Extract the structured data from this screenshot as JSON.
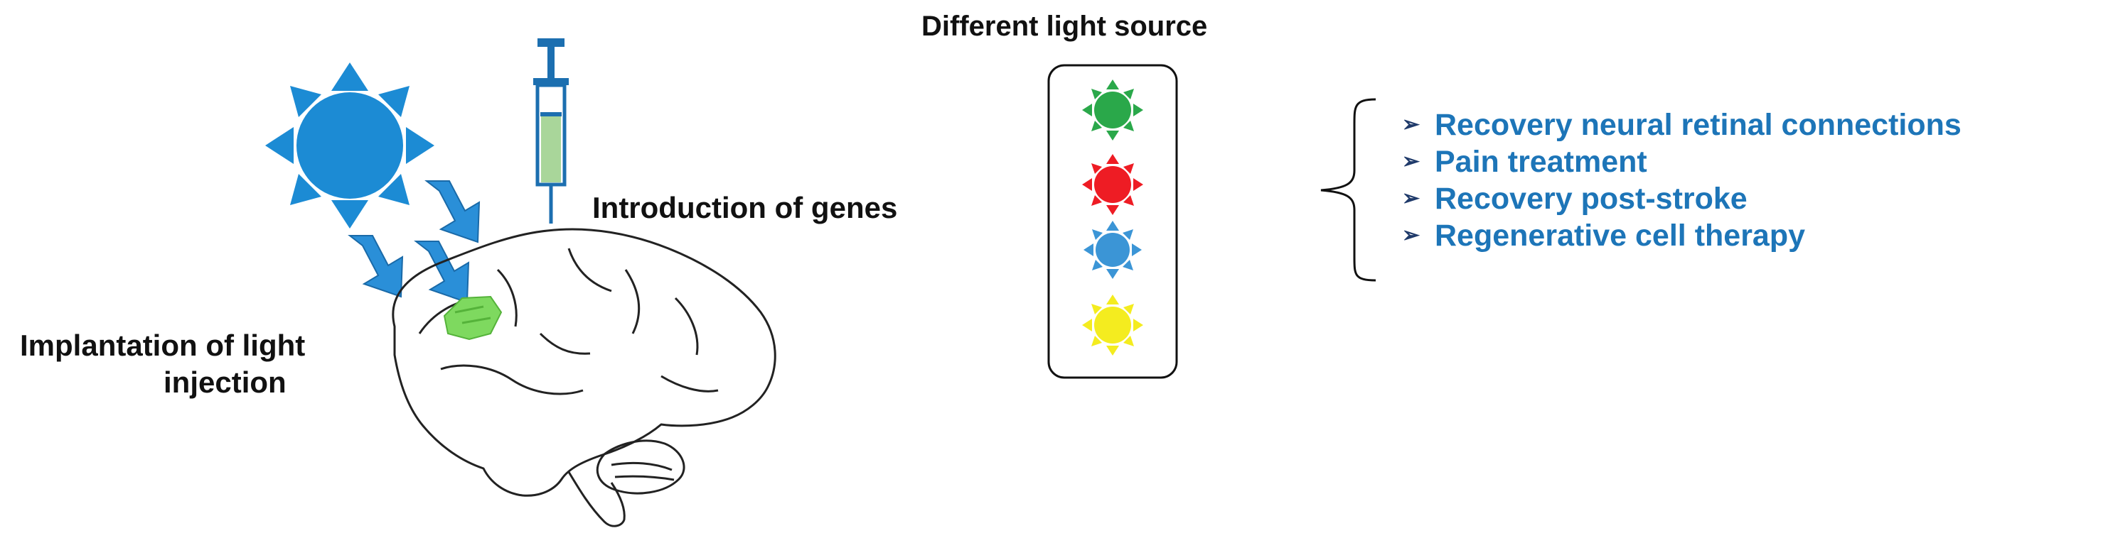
{
  "labels": {
    "light_source_title": "Different light source",
    "genes": "Introduction of genes",
    "implant_line1": "Implantation of light",
    "implant_line2": "injection"
  },
  "applications": [
    "Recovery neural retinal connections",
    "Pain treatment",
    "Recovery post-stroke",
    "Regenerative cell therapy"
  ],
  "colors": {
    "sun_blue": "#1c8bd4",
    "arrow_blue": "#2a8fd8",
    "application_text": "#1d75b8",
    "syringe_cap": "#1c6fb0",
    "syringe_fluid": "#a9d69a",
    "implant_green": "#7ed95f",
    "light_green": "#2aa84a",
    "light_red": "#ee1c24",
    "light_blue": "#3b95d6",
    "light_yellow": "#f4ec1f"
  },
  "icons": [
    "sun-icon",
    "syringe-icon",
    "brain-outline",
    "implant-icon",
    "light-arrow-icon",
    "brace-icon",
    "bullet-arrow-icon"
  ]
}
